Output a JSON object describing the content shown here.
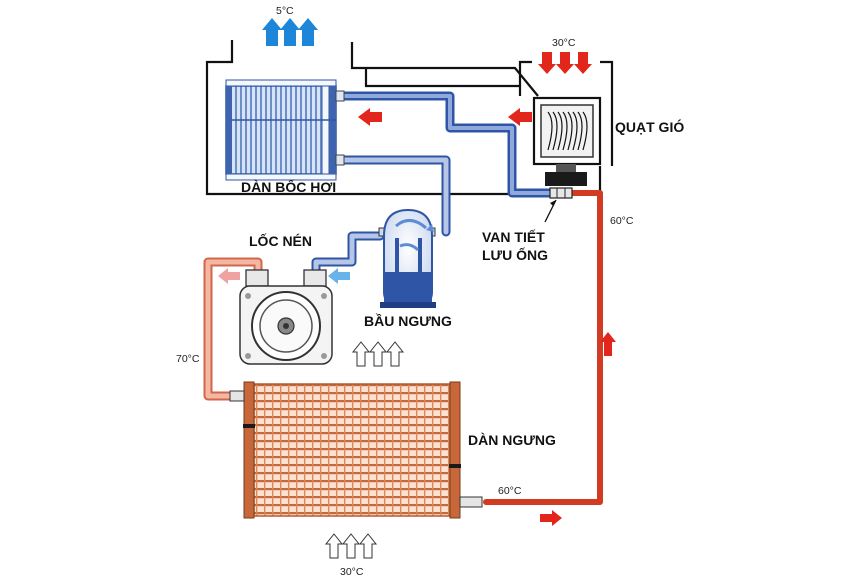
{
  "labels": {
    "evaporator": "DÀN BỐC HƠI",
    "compressor": "LỐC NÉN",
    "receiver": "BẦU NGƯNG",
    "fan": "QUẠT GIÓ",
    "valve_line1": "VAN TIẾT",
    "valve_line2": "LƯU ỐNG",
    "condenser": "DÀN NGƯNG"
  },
  "temperatures": {
    "cold_air_out": "5°C",
    "fan_air_in": "30°C",
    "liquid_line": "60°C",
    "condenser_outlet": "60°C",
    "discharge_line": "70°C",
    "condenser_air_in": "30°C"
  },
  "colors": {
    "cold_line": "#2e55a6",
    "cool_line": "#9ab0da",
    "hot_line": "#d23a22",
    "warm_line": "#eea084",
    "red_arrow": "#e3261c",
    "blue_arrow": "#1e86d8",
    "light_blue_arrow": "#6ab2ea",
    "pink_arrow": "#f0a2a2",
    "condenser_tube": "#c8683a"
  },
  "icons": {
    "cold_air_arrows": "blue-up-arrows-icon",
    "fan_air_arrows": "red-down-arrows-icon",
    "receiver_air_arrows": "white-up-arrows-icon",
    "condenser_air_arrows": "white-up-arrows-icon",
    "flow_arrows": "flow-direction-arrow-icon"
  }
}
